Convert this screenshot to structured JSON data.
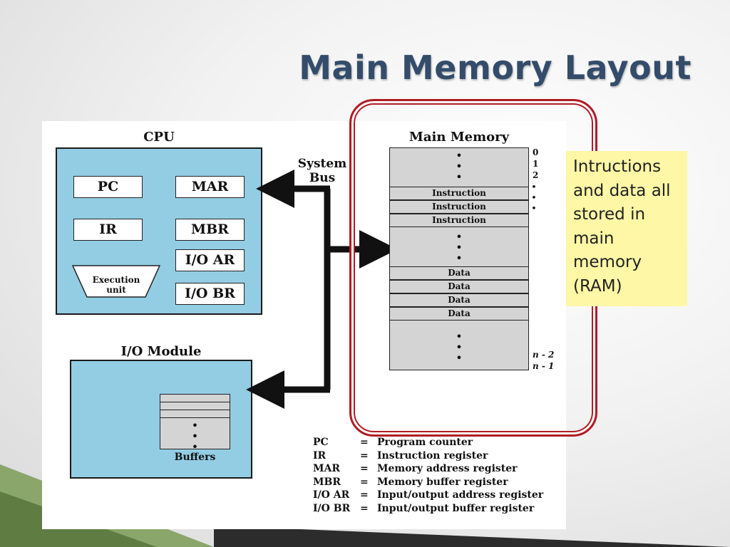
{
  "slide": {
    "title": "Main Memory Layout",
    "note": "Intructions and data all stored in main memory (RAM)"
  },
  "diagram": {
    "cpu": {
      "title": "CPU",
      "registers": [
        "PC",
        "MAR",
        "IR",
        "MBR",
        "I/O AR",
        "I/O BR"
      ],
      "execution_unit": "Execution unit"
    },
    "system_bus": "System Bus",
    "main_memory": {
      "title": "Main Memory",
      "instructions": [
        "Instruction",
        "Instruction",
        "Instruction"
      ],
      "data": [
        "Data",
        "Data",
        "Data",
        "Data"
      ],
      "addresses_top": [
        "0",
        "1",
        "2"
      ],
      "addresses_bottom": [
        "n - 2",
        "n - 1"
      ]
    },
    "io_module": {
      "title": "I/O Module",
      "buffers_label": "Buffers"
    },
    "legend": [
      {
        "abbr": "PC",
        "eq": "=",
        "meaning": "Program counter"
      },
      {
        "abbr": "IR",
        "eq": "=",
        "meaning": "Instruction register"
      },
      {
        "abbr": "MAR",
        "eq": "=",
        "meaning": "Memory address register"
      },
      {
        "abbr": "MBR",
        "eq": "=",
        "meaning": "Memory buffer register"
      },
      {
        "abbr": "I/O AR",
        "eq": "=",
        "meaning": "Input/output address register"
      },
      {
        "abbr": "I/O BR",
        "eq": "=",
        "meaning": "Input/output buffer register"
      }
    ]
  },
  "colors": {
    "title": "#344c6b",
    "box_fill": "#93cde4",
    "highlight_frame": "#b01c24",
    "note_fill": "#fdf7a6"
  }
}
